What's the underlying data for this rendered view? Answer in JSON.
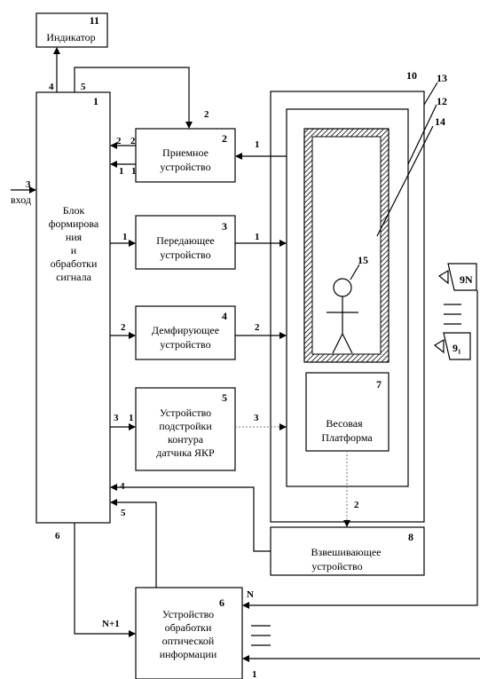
{
  "blocks": {
    "b1": {
      "num": "1",
      "lines": [
        "Блок",
        "формирова",
        "ния",
        "и",
        "обработки",
        "сигнала"
      ]
    },
    "b2": {
      "num": "2",
      "lines": [
        "Приемное",
        "устройство"
      ]
    },
    "b3": {
      "num": "3",
      "lines": [
        "Передающее",
        "устройство"
      ]
    },
    "b4": {
      "num": "4",
      "lines": [
        "Демфирующее",
        "устройство"
      ]
    },
    "b5": {
      "num": "5",
      "lines": [
        "Устройство",
        "подстройки",
        "контура",
        "датчика ЯКР"
      ]
    },
    "b6": {
      "num": "6",
      "lines": [
        "Устройство",
        "обработки",
        "оптической",
        "информации"
      ]
    },
    "b7": {
      "num": "7",
      "lines": [
        "Весовая",
        "Платформа"
      ]
    },
    "b8": {
      "num": "8",
      "lines": [
        "Взвешивающее",
        "устройство"
      ]
    },
    "b11": {
      "num": "11",
      "lines": [
        "Индикатор"
      ]
    }
  },
  "ref_numbers": {
    "r10": "10",
    "r12": "12",
    "r13": "13",
    "r14": "14",
    "r15": "15"
  },
  "cameras": {
    "top": "9N",
    "bottom": "9₁"
  },
  "input_label": "вход",
  "ports": {
    "p_in3": "3",
    "p_b1_4": "4",
    "p_b1_5": "5",
    "p_b1_6": "6",
    "p_top2": "2",
    "p_22a": "2",
    "p_22b": "2",
    "p_11a": "1",
    "p_11b": "1",
    "p_rx1": "1",
    "p_tx1a": "1",
    "p_tx1b": "1",
    "p_dm2a": "2",
    "p_dm2b": "2",
    "p_y3": "3",
    "p_y1": "1",
    "p_y3b": "3",
    "p_w2": "2",
    "p_l4": "4",
    "p_l5": "5",
    "p_n1": "N+1",
    "p_N": "N",
    "p_bot1": "1"
  }
}
